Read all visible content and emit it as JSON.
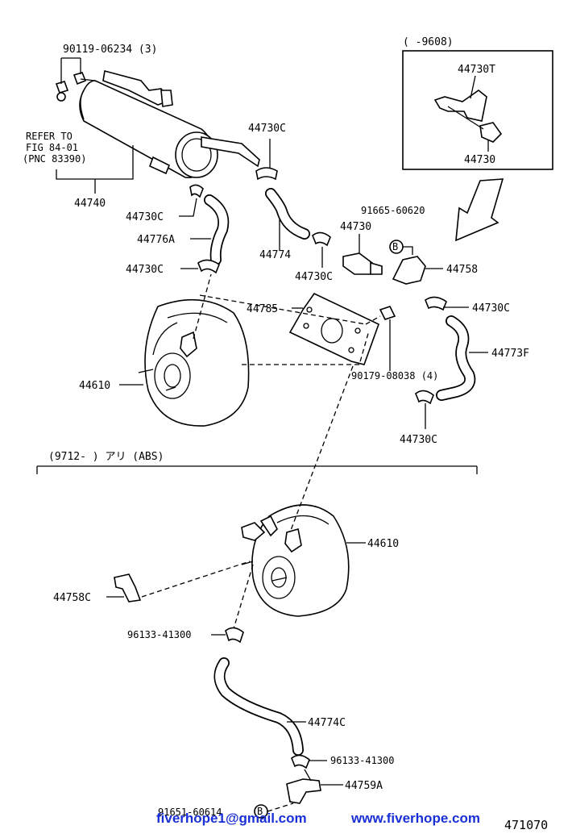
{
  "labels": {
    "p90119": "90119-06234 (3)",
    "refer1": "REFER TO",
    "refer2": "FIG 84-01",
    "refer3": "(PNC 83390)",
    "p44740": "44740",
    "p44730C_a": "44730C",
    "p44730C_b": "44730C",
    "p44776A": "44776A",
    "p44730C_c": "44730C",
    "p44774": "44774",
    "p44730_mid": "44730",
    "p44730C_d": "44730C",
    "p91665": "91665-60620",
    "b_mark": "B",
    "p44758": "44758",
    "p44785": "44785",
    "p44730C_e": "44730C",
    "p44773F": "44773F",
    "p44610_top": "44610",
    "p90179": "90179-08038 (4)",
    "p44730C_f": "44730C",
    "inset_range": "(    -9608)",
    "inset_44730T": "44730T",
    "inset_44730": "44730",
    "section_range": "(9712-        ) アリ (ABS)",
    "p44610_bot": "44610",
    "p44758C": "44758C",
    "p96133_a": "96133-41300",
    "p44774C": "44774C",
    "p96133_b": "96133-41300",
    "p44759A": "44759A",
    "p91651": "91651-60614",
    "b_mark2": "B",
    "figure_no": "471070"
  },
  "watermark": {
    "email": "fiverhope1@gmail.com",
    "site": "www.fiverhope.com",
    "color": "#1a2fd6"
  }
}
